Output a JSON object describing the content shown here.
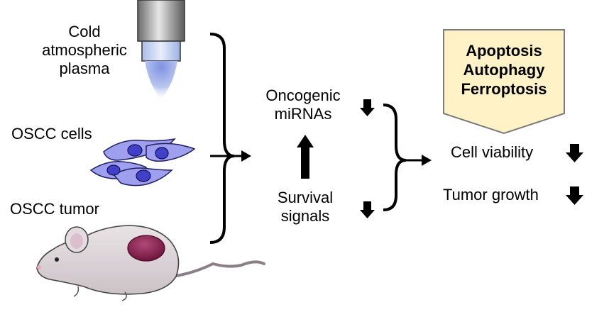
{
  "inputs": {
    "cap_label": [
      "Cold",
      "atmospheric",
      "plasma"
    ],
    "cells_label": "OSCC cells",
    "tumor_label": "OSCC tumor"
  },
  "middle": {
    "mirna_label": [
      "Oncogenic",
      "miRNAs"
    ],
    "survival_label": [
      "Survival",
      "signals"
    ]
  },
  "outcome_box": {
    "items": [
      "Apoptosis",
      "Autophagy",
      "Ferroptosis"
    ],
    "fill_color": "#fff2c6"
  },
  "results": {
    "viability_label": "Cell viability",
    "growth_label": "Tumor growth"
  },
  "colors": {
    "cell_fill": "#9f9ff0",
    "nucleus_fill": "#4040c8",
    "tumor_fill": "#8b1a50",
    "mouse_fill": "#dcd5d8",
    "plasma_glow": "#b8c4ee"
  }
}
